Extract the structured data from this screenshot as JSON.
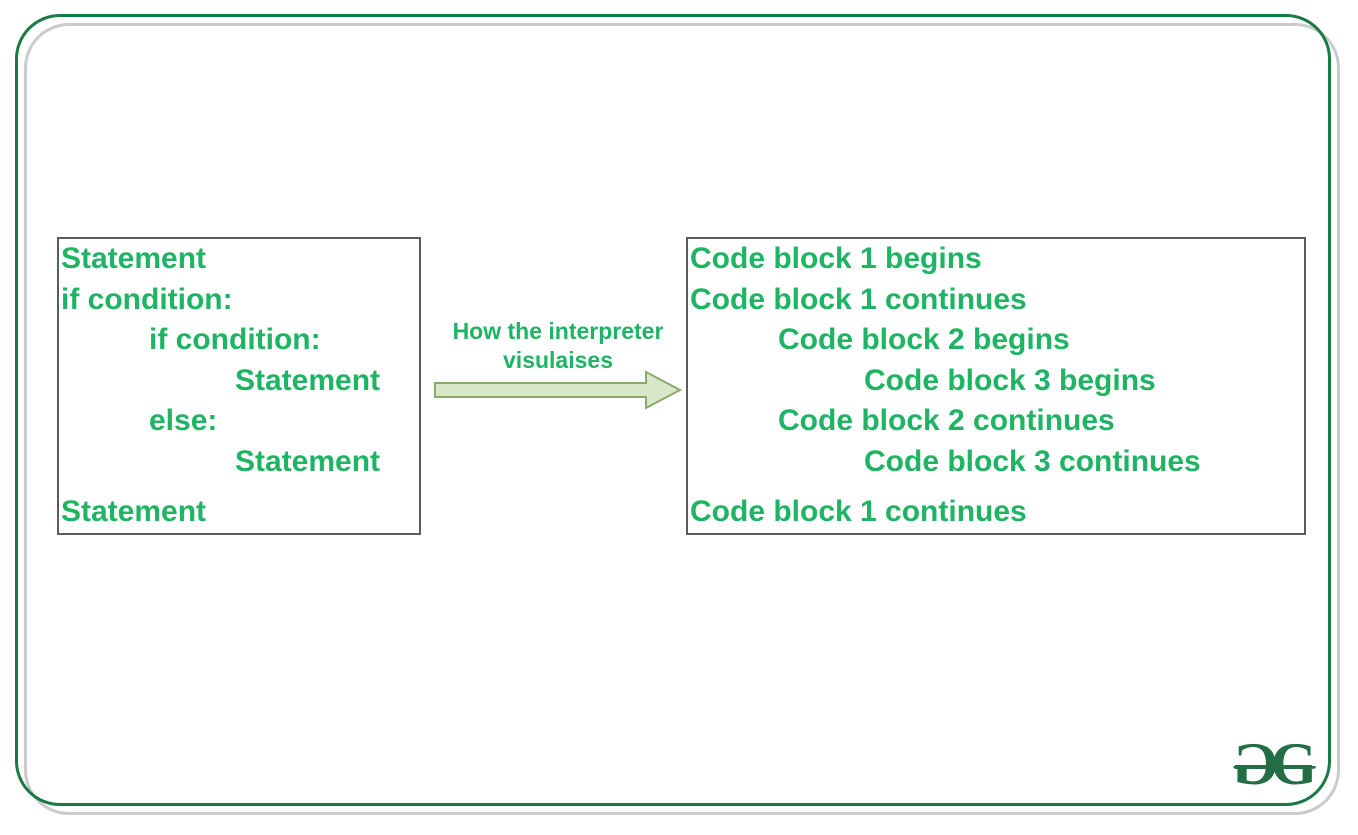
{
  "diagram": {
    "description": "Python indentation code blocks diagram",
    "left_box": {
      "lines": [
        {
          "text": "Statement",
          "indent": 0
        },
        {
          "text": "if condition:",
          "indent": 0
        },
        {
          "text": "if condition:",
          "indent": 1
        },
        {
          "text": "Statement",
          "indent": 2
        },
        {
          "text": "else:",
          "indent": 1
        },
        {
          "text": "Statement",
          "indent": 2
        },
        {
          "text": "Statement",
          "indent": 0,
          "gap_before": true
        }
      ]
    },
    "middle": {
      "label_line1": "How the interpreter",
      "label_line2": "visulaises",
      "arrow_direction": "right"
    },
    "right_box": {
      "lines": [
        {
          "text": "Code block 1 begins",
          "indent": 0
        },
        {
          "text": "Code block 1 continues",
          "indent": 0
        },
        {
          "text": "Code block 2 begins",
          "indent": 1
        },
        {
          "text": "Code block 3 begins",
          "indent": 2
        },
        {
          "text": "Code block 2 continues",
          "indent": 1
        },
        {
          "text": "Code block 3 continues",
          "indent": 2
        },
        {
          "text": "Code block 1 continues",
          "indent": 0,
          "gap_before": true
        }
      ]
    },
    "logo": {
      "name": "GeeksforGeeks",
      "letter_left": "G",
      "letter_right": "G"
    }
  },
  "colors": {
    "text_green": "#1fb463",
    "frame_green": "#197a45",
    "frame_shadow_gray": "#cbcbcb",
    "box_border_gray": "#5c5c5c",
    "arrow_fill": "#d9e7c9",
    "arrow_stroke": "#8aaa68",
    "logo_green": "#246e46",
    "background": "#ffffff"
  }
}
